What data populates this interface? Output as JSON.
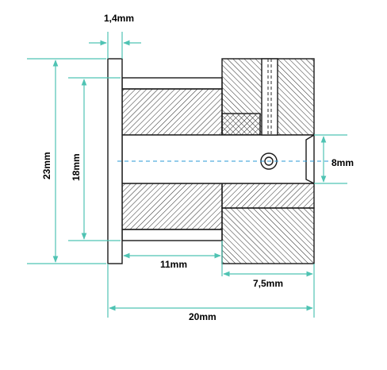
{
  "drawing": {
    "colors": {
      "outline": "#1a1a1a",
      "hatch": "#2a2a2a",
      "dimension": "#4fc3b3",
      "centerline": "#2a9ad6",
      "background": "#ffffff"
    },
    "dimensions": {
      "flange_thickness": "1,4mm",
      "outer_diameter": "23mm",
      "inner_diameter": "18mm",
      "sleeve_length": "11mm",
      "collar_length": "7,5mm",
      "total_length": "20mm",
      "bore_diameter": "8mm"
    }
  }
}
